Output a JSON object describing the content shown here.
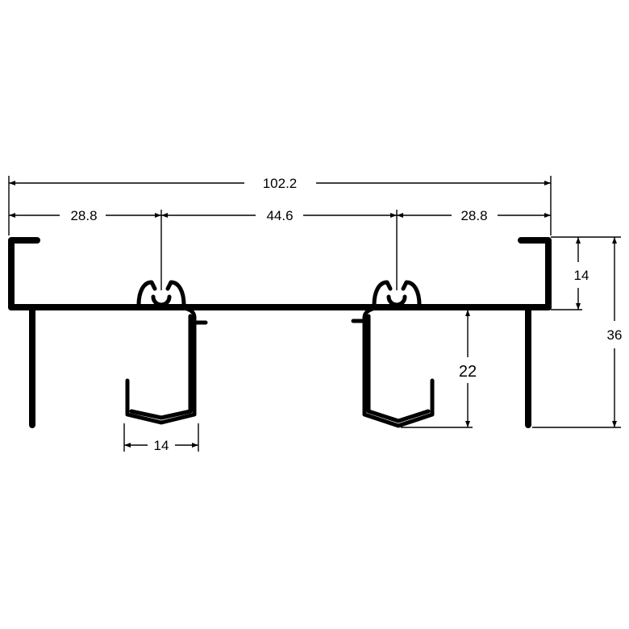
{
  "dimensions": {
    "overall_width": "102.2",
    "left_spacing": "28.8",
    "center_spacing": "44.6",
    "right_spacing": "28.8",
    "lip_height": "14",
    "total_height": "36",
    "hook_depth": "22",
    "hook_width": "14"
  }
}
